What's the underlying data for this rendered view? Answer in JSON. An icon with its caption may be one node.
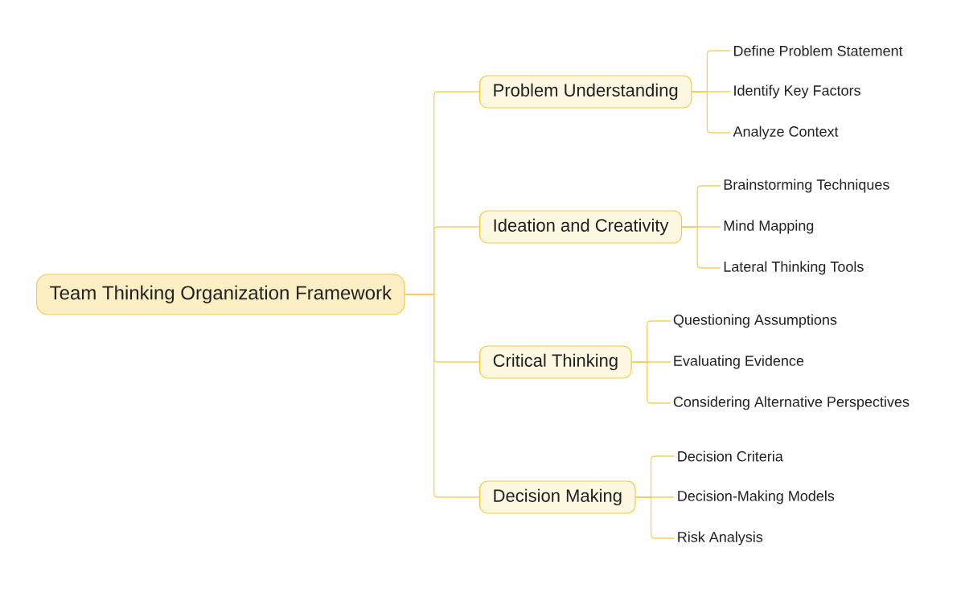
{
  "diagram": {
    "nodes": [
      {
        "text": [
          "Team Thinking Organization Framework"
        ]
      },
      {
        "text": [
          "Problem Understanding"
        ]
      },
      {
        "text": [
          "Define Problem Statement"
        ]
      },
      {
        "text": [
          "Identify Key Factors"
        ]
      },
      {
        "text": [
          "Analyze Context"
        ]
      },
      {
        "text": [
          "Ideation and Creativity"
        ]
      },
      {
        "text": [
          "Brainstorming Techniques"
        ]
      },
      {
        "text": [
          "Mind Mapping"
        ]
      },
      {
        "text": [
          "Lateral Thinking Tools"
        ]
      },
      {
        "text": [
          "Critical Thinking"
        ]
      },
      {
        "text": [
          "Questioning Assumptions"
        ]
      },
      {
        "text": [
          "Evaluating Evidence"
        ]
      },
      {
        "text": [
          "Considering Alternative Perspectives"
        ]
      },
      {
        "text": [
          "Decision Making"
        ]
      },
      {
        "text": [
          "Decision Criteria"
        ]
      },
      {
        "text": [
          "Decision-Making Models"
        ]
      },
      {
        "text": [
          "Risk Analysis"
        ]
      }
    ],
    "edges": [
      {
        "from": 0,
        "to": 1,
        "arrow": "none"
      },
      {
        "from": 1,
        "to": 2,
        "arrow": "none"
      },
      {
        "from": 1,
        "to": 3,
        "arrow": "none"
      },
      {
        "from": 1,
        "to": 4,
        "arrow": "none"
      },
      {
        "from": 0,
        "to": 5,
        "arrow": "none"
      },
      {
        "from": 5,
        "to": 6,
        "arrow": "none"
      },
      {
        "from": 5,
        "to": 7,
        "arrow": "none"
      },
      {
        "from": 5,
        "to": 8,
        "arrow": "none"
      },
      {
        "from": 0,
        "to": 9,
        "arrow": "none"
      },
      {
        "from": 9,
        "to": 10,
        "arrow": "none"
      },
      {
        "from": 9,
        "to": 11,
        "arrow": "none"
      },
      {
        "from": 9,
        "to": 12,
        "arrow": "none"
      },
      {
        "from": 0,
        "to": 13,
        "arrow": "none"
      },
      {
        "from": 13,
        "to": 14,
        "arrow": "none"
      },
      {
        "from": 13,
        "to": 15,
        "arrow": "none"
      },
      {
        "from": 13,
        "to": 16,
        "arrow": "none"
      }
    ]
  }
}
